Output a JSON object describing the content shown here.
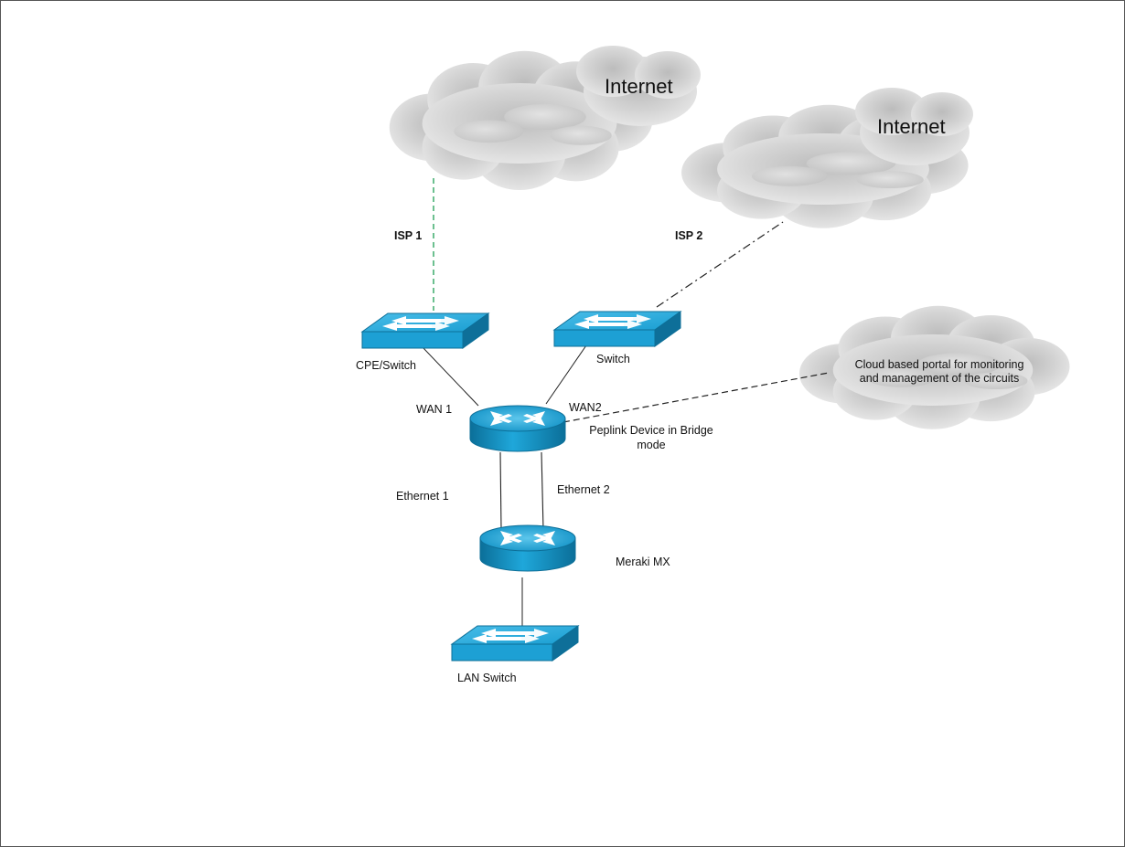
{
  "clouds": {
    "internet_1": "Internet",
    "internet_2": "Internet",
    "portal_line_1": "Cloud based portal for monitoring",
    "portal_line_2": "and management of the circuits"
  },
  "links": {
    "isp1": "ISP 1",
    "isp2": "ISP 2",
    "wan1": "WAN 1",
    "wan2": "WAN2",
    "eth1": "Ethernet 1",
    "eth2": "Ethernet 2"
  },
  "devices": {
    "cpe_switch": "CPE/Switch",
    "switch": "Switch",
    "peplink_line_1": "Peplink Device in Bridge",
    "peplink_line_2": "mode",
    "meraki": "Meraki MX",
    "lan_switch": "LAN Switch"
  },
  "colors": {
    "device_blue": "#1aa3d6",
    "device_dark": "#0e6f99",
    "isp1_link": "#1e9e55",
    "cloud_gray": "#d4d4d4"
  }
}
